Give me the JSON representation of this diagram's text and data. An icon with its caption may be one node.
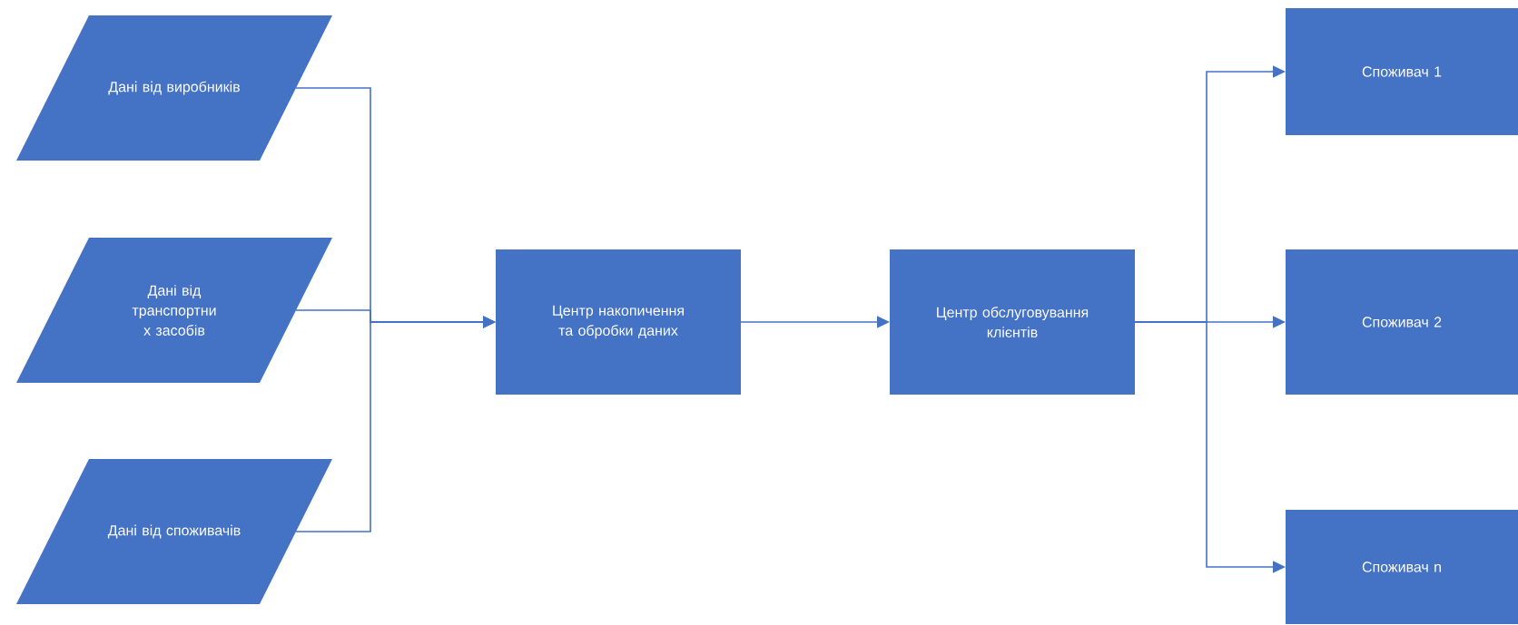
{
  "diagram": {
    "nodes": [
      {
        "text": [
          "Дані від виробників"
        ]
      },
      {
        "text": [
          "Дані від транспортни х засобів"
        ]
      },
      {
        "text": [
          "Дані від споживачів"
        ]
      },
      {
        "text": [
          "Центр накопичення та обробки даних"
        ]
      },
      {
        "text": [
          "Центр обслуговування клієнтів"
        ]
      },
      {
        "text": [
          "Споживач 1"
        ]
      },
      {
        "text": [
          "Споживач 2"
        ]
      },
      {
        "text": [
          "Споживач n"
        ]
      }
    ],
    "edges": [
      {
        "from": 0,
        "to": 3,
        "arrow": "to"
      },
      {
        "from": 1,
        "to": 3,
        "arrow": "to"
      },
      {
        "from": 2,
        "to": 3,
        "arrow": "to"
      },
      {
        "from": 3,
        "to": 4,
        "arrow": "to"
      },
      {
        "from": 4,
        "to": 5,
        "arrow": "to"
      },
      {
        "from": 4,
        "to": 6,
        "arrow": "to"
      },
      {
        "from": 4,
        "to": 7,
        "arrow": "to"
      }
    ]
  }
}
